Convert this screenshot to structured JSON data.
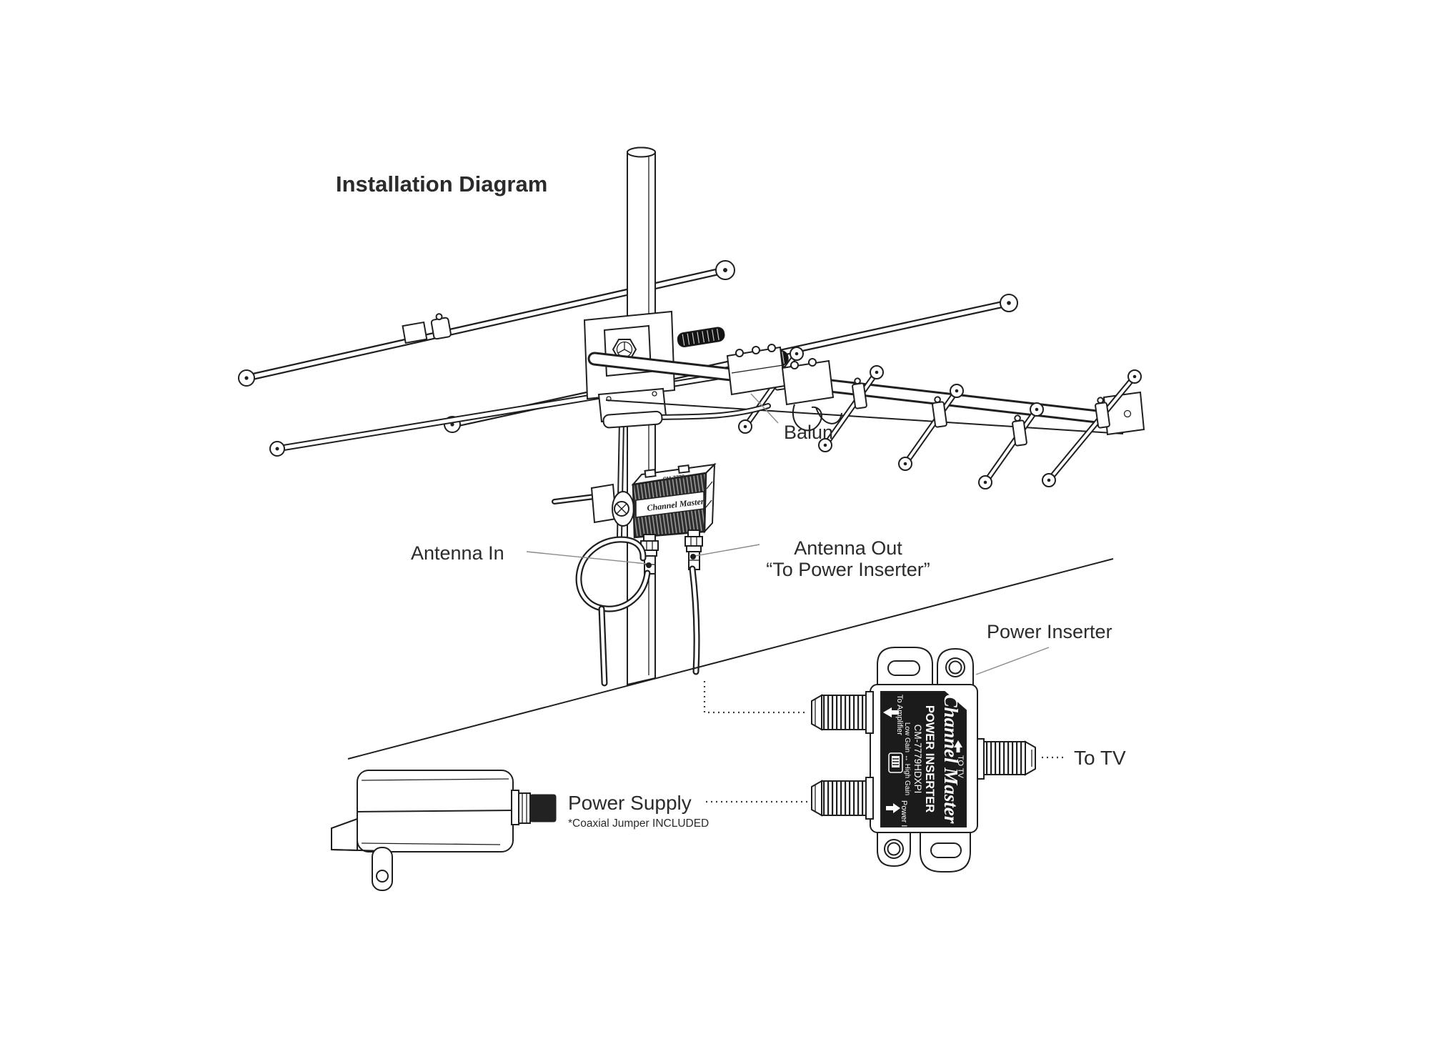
{
  "title": "Installation Diagram",
  "colors": {
    "background": "#ffffff",
    "line_art": "#1f1f1f",
    "label_text": "#2b2b2d",
    "device_label_bg": "#1b1b1b",
    "device_label_text": "#ffffff"
  },
  "labels": {
    "balun": "Balun",
    "antenna_in": "Antenna In",
    "antenna_out_line1": "Antenna Out",
    "antenna_out_line2": "“To Power Inserter”",
    "power_inserter": "Power Inserter",
    "to_tv": "To TV",
    "power_supply": "Power Supply",
    "power_supply_note": "*Coaxial Jumper INCLUDED"
  },
  "power_inserter_device": {
    "brand": "Channel Master",
    "product": "POWER INSERTER",
    "model": "CM-7779HDXPI",
    "gain_range": "Low Gain ↔ High Gain",
    "port_amplifier": "To Amplifier",
    "port_tv": "TO TV",
    "port_power": "Power In"
  },
  "preamp_device": {
    "brand": "Channel Master",
    "model": "CM-7778"
  }
}
